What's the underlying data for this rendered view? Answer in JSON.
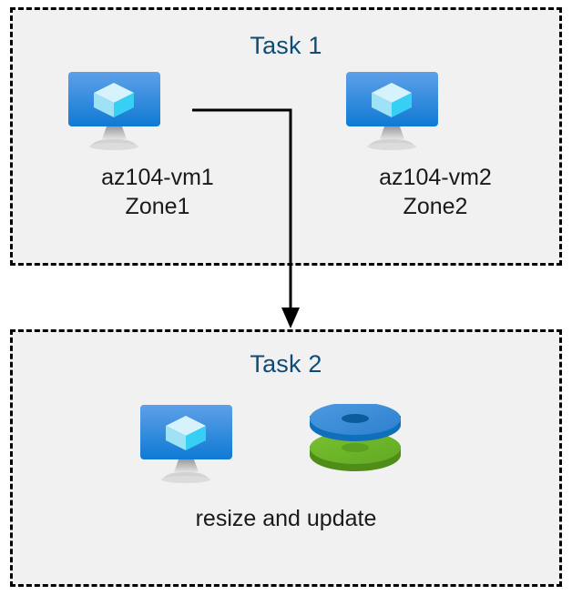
{
  "diagram": {
    "title_color": "#0f4c75",
    "label_color": "#1a1a1a",
    "box_fill": "#f1f1f1",
    "box_border_color": "#000000",
    "connector_color": "#000000"
  },
  "task1": {
    "title": "Task 1",
    "nodes": [
      {
        "icon": "virtual-machine-icon",
        "name": "az104-vm1",
        "zone": "Zone1",
        "label": "az104-vm1\nZone1"
      },
      {
        "icon": "virtual-machine-icon",
        "name": "az104-vm2",
        "zone": "Zone2",
        "label": "az104-vm2\nZone2"
      }
    ]
  },
  "task2": {
    "title": "Task 2",
    "nodes": [
      {
        "icon": "virtual-machine-icon"
      },
      {
        "icon": "disks-icon"
      }
    ],
    "label": "resize and update"
  },
  "connector": {
    "from": "az104-vm1",
    "to": "Task 2",
    "arrow": "down-arrow-head"
  },
  "icon_colors": {
    "vm_screen_top": "#5ea0e8",
    "vm_screen_bottom": "#0f7ad4",
    "vm_cube_top": "#d6f2fb",
    "vm_cube_left": "#9fe2f5",
    "vm_cube_right": "#37d0f5",
    "vm_stand": "#b3b3b3",
    "disk_blue_top": "#3d8fd8",
    "disk_blue_side": "#1177c8",
    "disk_blue_hole": "#0b5fa0",
    "disk_green_top": "#6eb62a",
    "disk_green_side": "#55951c",
    "disk_green_hole": "#5ca021"
  }
}
